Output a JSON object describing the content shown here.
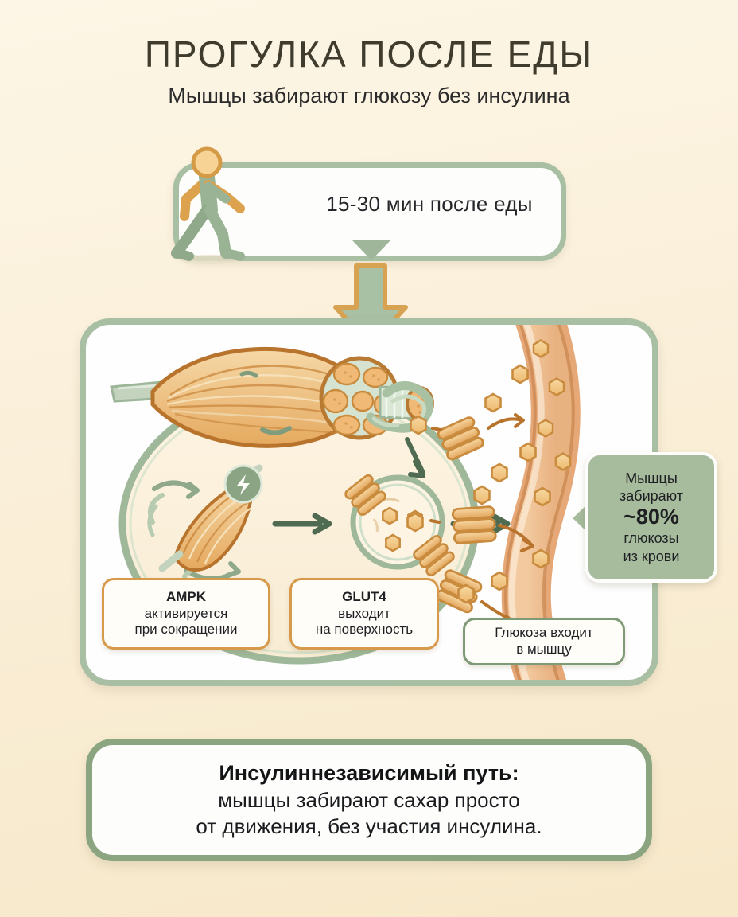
{
  "header": {
    "title": "ПРОГУЛКА ПОСЛЕ ЕДЫ",
    "subtitle": "Мышцы забирают глюкозу без инсулина"
  },
  "walk_card": {
    "text": "15-30 мин после еды",
    "icon": "walking-person-icon"
  },
  "labels": {
    "ampk": {
      "title": "AMPK",
      "line2": "активируется",
      "line3": "при сокращении"
    },
    "glut4": {
      "title": "GLUT4",
      "line2": "выходит",
      "line3": "на поверхность"
    },
    "glucose": {
      "line1": "Глюкоза входит",
      "line2": "в мышцу"
    }
  },
  "badge": {
    "line1": "Мышцы",
    "line2": "забирают",
    "percent": "~80%",
    "line3": "глюкозы",
    "line4": "из крови"
  },
  "conclusion": {
    "line1": "Инсулиннезависимый путь:",
    "line2": "мышцы забирают сахар просто",
    "line3": "от движения, без участия инсулина."
  },
  "colors": {
    "background": "#faefd9",
    "panel_border": "#a9bfa3",
    "accent_orange": "#d79a4a",
    "badge_green": "#a7bb9d",
    "title_text": "#3f3b2d",
    "glucose_fill": "#f2c98b",
    "glucose_stroke": "#c98b3d",
    "arrow_green": "#55705a",
    "vessel_fill": "#eab98a"
  },
  "diagram": {
    "elements": [
      "muscle-fiber-bundle",
      "muscle-cell-membrane",
      "contracting-muscle-icon",
      "ampk-lightning-badge",
      "glut4-vesicle",
      "mitochondrion",
      "glut4-transporters",
      "glucose-hexagons",
      "blood-vessel"
    ]
  }
}
